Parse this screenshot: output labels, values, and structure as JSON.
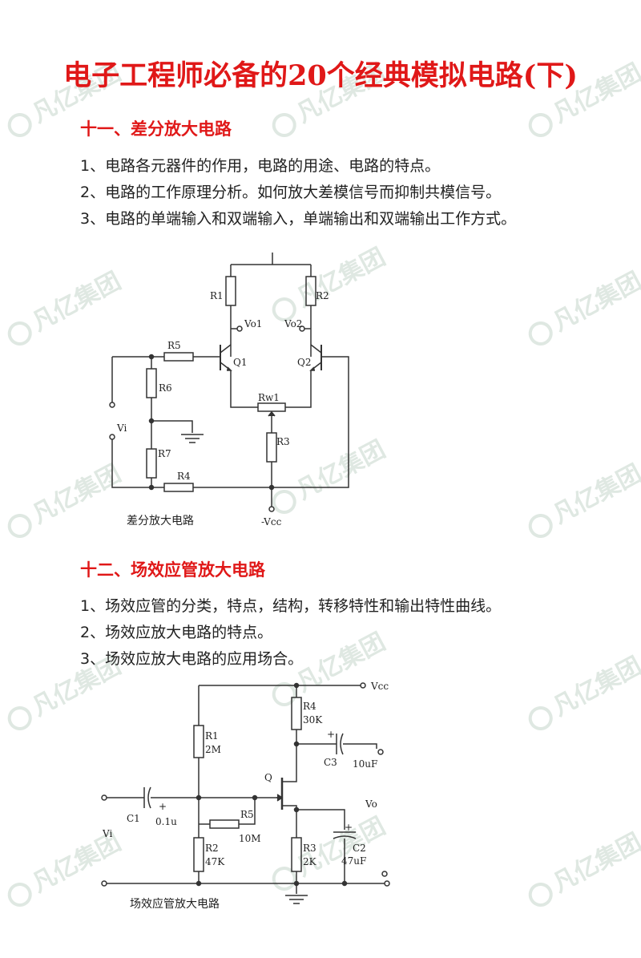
{
  "page": {
    "title": "电子工程师必备的20个经典模拟电路(下)"
  },
  "watermark": {
    "text": "凡亿集团",
    "color": "#dfe8e2"
  },
  "accent_color": "#e01818",
  "section11": {
    "title": "十一、差分放大电路",
    "items": [
      "1、电路各元器件的作用，电路的用途、电路的特点。",
      "2、电路的工作原理分析。如何放大差模信号而抑制共模信号。",
      "3、电路的单端输入和双端输入，单端输出和双端输出工作方式。"
    ],
    "diagram": {
      "caption": "差分放大电路",
      "labels": {
        "R1": "R1",
        "R2": "R2",
        "R3": "R3",
        "R4": "R4",
        "R5": "R5",
        "R6": "R6",
        "R7": "R7",
        "Rw1": "Rw1",
        "Q1": "Q1",
        "Q2": "Q2",
        "Vo1": "Vo1",
        "Vo2": "Vo2",
        "Vi": "Vi",
        "Vcc": "-Vcc"
      }
    }
  },
  "section12": {
    "title": "十二、场效应管放大电路",
    "items": [
      "1、场效应管的分类，特点，结构，转移特性和输出特性曲线。",
      "2、场效应放大电路的特点。",
      "3、场效应放大电路的应用场合。"
    ],
    "diagram": {
      "caption": "场效应管放大电路",
      "labels": {
        "R1": "R1",
        "R1v": "2M",
        "R2": "R2",
        "R2v": "47K",
        "R3": "R3",
        "R3v": "2K",
        "R4": "R4",
        "R4v": "30K",
        "R5": "R5",
        "R5v": "10M",
        "C1": "C1",
        "C1v": "0.1u",
        "C2": "C2",
        "C2v": "47uF",
        "C3": "C3",
        "C3v": "10uF",
        "Q": "Q",
        "Vcc": "Vcc",
        "Vo": "Vo",
        "Vi": "Vi",
        "plus": "+"
      }
    }
  }
}
